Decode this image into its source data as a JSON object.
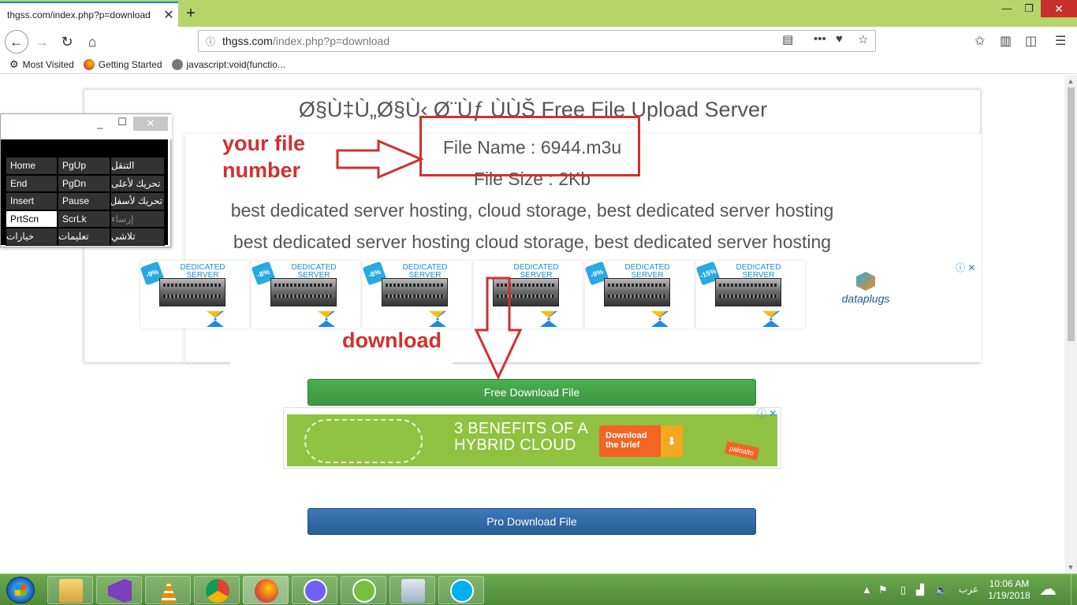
{
  "browser": {
    "tab_title": "thgss.com/index.php?p=download",
    "tab_close": "✕",
    "new_tab": "+",
    "url_host": "thgss.com",
    "url_path": "/index.php?p=download",
    "bookmarks": [
      {
        "label": "Most Visited",
        "icon": "gear-icon"
      },
      {
        "label": "Getting Started",
        "icon": "firefox-icon"
      },
      {
        "label": "javascript:void(functio...",
        "icon": "globe-icon"
      }
    ]
  },
  "page": {
    "title": "Ø§Ù‡Ù„Ø§Ù‹ Ø¨Ùƒ ÙÙŠ Free File Upload Server",
    "file_name": "File Name : 6944.m3u",
    "file_size": "File Size : 2Kb",
    "desc_1": "best dedicated server hosting, cloud storage, best dedicated server hosting",
    "desc_2": "best dedicated server hosting cloud storage, best dedicated server hosting",
    "annotation_number": "your file number",
    "annotation_download": "download",
    "free_button": "Free Download File",
    "pro_button": "Pro Download File",
    "accent_red": "#d32f2f",
    "ad_servers": {
      "items": [
        {
          "discount": "-9%",
          "label": "DEDICATED SERVER"
        },
        {
          "discount": "-8%",
          "label": "DEDICATED SERVER"
        },
        {
          "discount": "-8%",
          "label": "DEDICATED SERVER"
        },
        {
          "discount": "",
          "label": "DEDICATED SERVER"
        },
        {
          "discount": "-9%",
          "label": "DEDICATED SERVER"
        },
        {
          "discount": "-15%",
          "label": "DEDICATED SERVER"
        }
      ],
      "brand": "dataplugs"
    },
    "ad_cloud": {
      "headline": "3 BENEFITS OF A HYBRID CLOUD",
      "cta": "Download the brief",
      "brand": "paloalto"
    }
  },
  "osk": {
    "min": "_",
    "max": "☐",
    "close": "✕",
    "keys": [
      [
        "Home",
        "PgUp",
        "التنقل"
      ],
      [
        "End",
        "PgDn",
        "تحريك لأعلى"
      ],
      [
        "Insert",
        "Pause",
        "تحريك لأسفل"
      ],
      [
        "PrtScn",
        "ScrLk",
        "إرساء"
      ],
      [
        "خيارات",
        "تعليمات",
        "تلاشي"
      ]
    ]
  },
  "taskbar": {
    "lang": "عرب",
    "time": "10:06 AM",
    "date": "1/19/2018",
    "apps": [
      "explorer",
      "visual-studio",
      "vlc",
      "chrome",
      "firefox",
      "viber",
      "utorrent",
      "keyboard",
      "skype"
    ]
  }
}
